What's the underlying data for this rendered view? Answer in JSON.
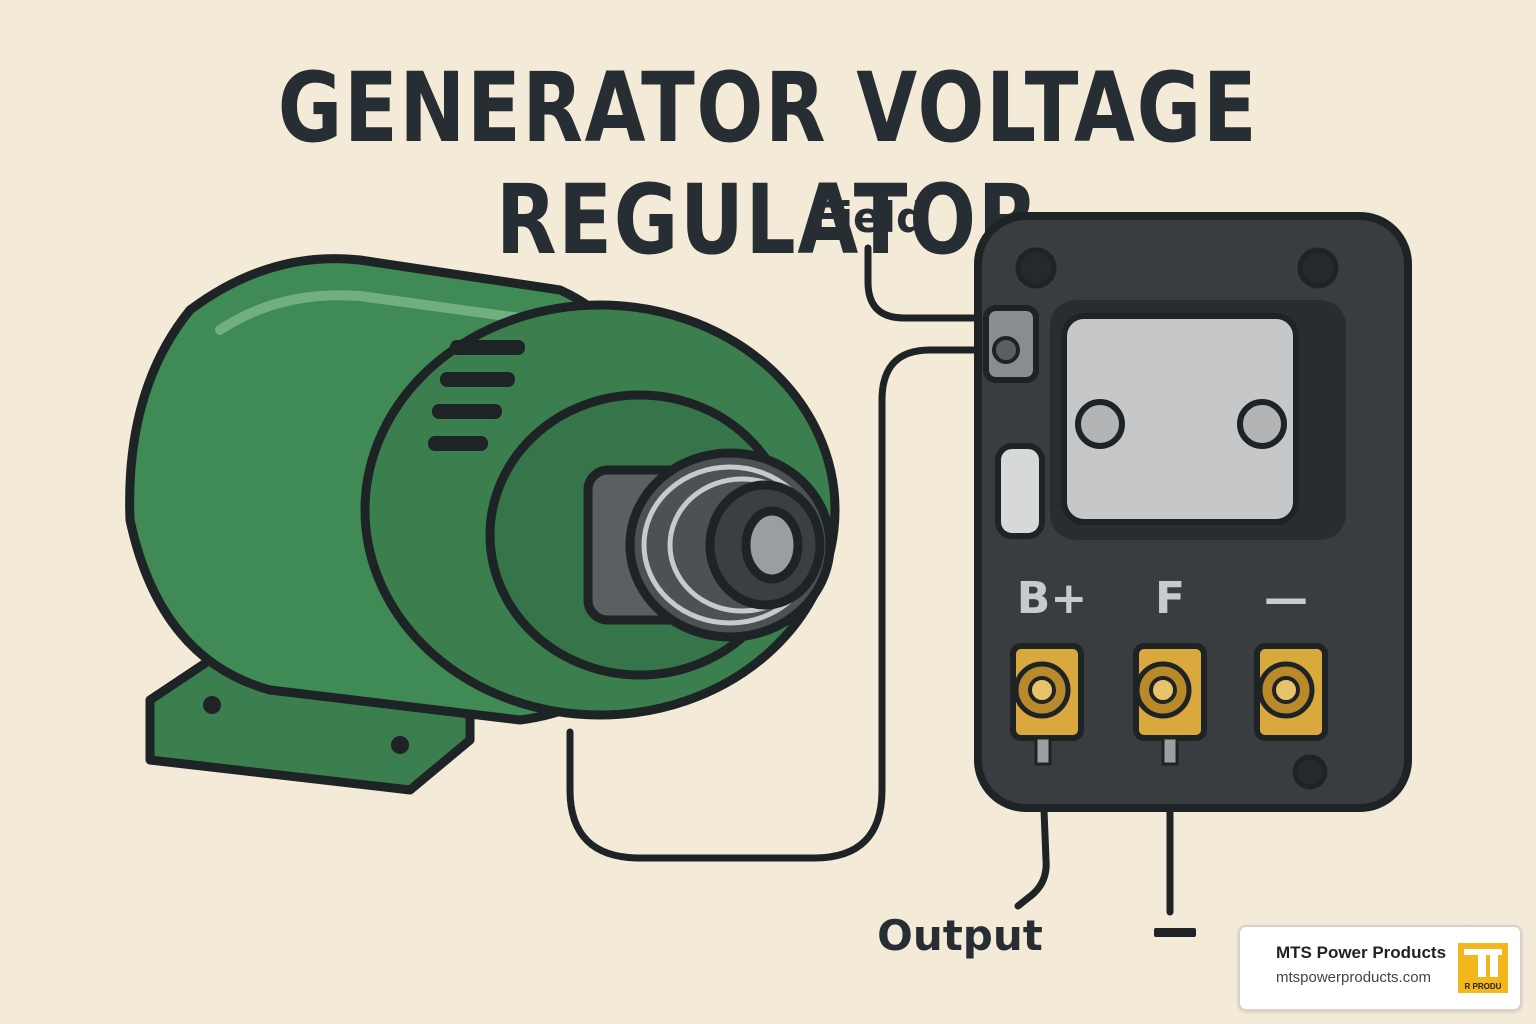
{
  "title": "GENERATOR VOLTAGE REGULATOR",
  "labels": {
    "field": "Field",
    "output": "Output",
    "ground_symbol": "—"
  },
  "terminals": {
    "b_plus": "B+",
    "f": "F",
    "minus": "—"
  },
  "badge": {
    "name": "MTS Power Products",
    "url": "mtspowerproducts.com",
    "logo_text": "R PRODU"
  },
  "colors": {
    "background": "#f4ead8",
    "generator_green": "#3f8a55",
    "regulator_body": "#3a3d3f",
    "terminal_gold": "#d9a93d",
    "outline": "#1e2326"
  }
}
